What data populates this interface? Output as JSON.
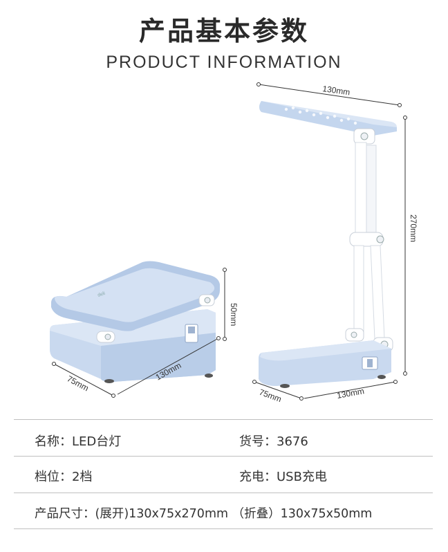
{
  "header": {
    "title": "产品基本参数",
    "subtitle": "PRODUCT INFORMATION"
  },
  "dimensions": {
    "folded": {
      "height": "50mm",
      "width": "75mm",
      "length": "130mm"
    },
    "unfolded": {
      "head_length": "130mm",
      "height": "270mm",
      "width": "75mm",
      "length": "130mm"
    }
  },
  "specs": {
    "name": "名称：LED台灯",
    "item_no": "货号：3676",
    "level": "档位：2档",
    "charging": "充电：USB充电",
    "size": "产品尺寸：(展开)130x75x270mm （折叠）130x75x50mm"
  },
  "colors": {
    "lamp_body": "#c9d9ef",
    "lamp_shadow": "#a9bfdd",
    "arm": "#ffffff"
  }
}
